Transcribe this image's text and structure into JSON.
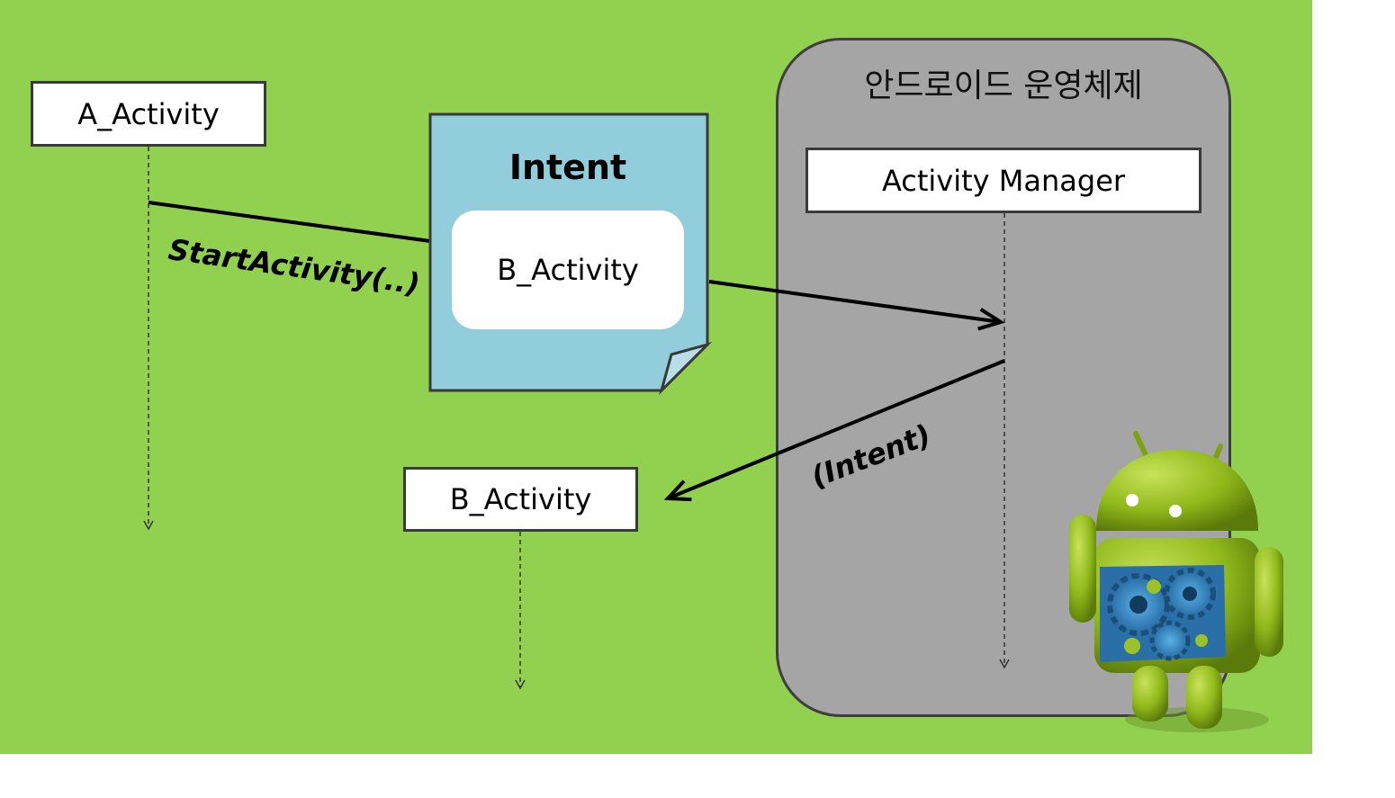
{
  "diagram": {
    "os_title": "안드로이드 운영체제",
    "a_activity_label": "A_Activity",
    "intent_title": "Intent",
    "intent_target": "B_Activity",
    "start_activity_label": "StartActivity(..)",
    "activity_manager_label": "Activity Manager",
    "intent_return_label": "(Intent)",
    "b_activity_label": "B_Activity"
  },
  "colors": {
    "background": "#92d050",
    "os_panel": "#a5a5a5",
    "intent_doc": "#92cddc",
    "box_border": "#3a3a3a"
  },
  "icons": {
    "mascot": "android-robot-gears-icon"
  }
}
